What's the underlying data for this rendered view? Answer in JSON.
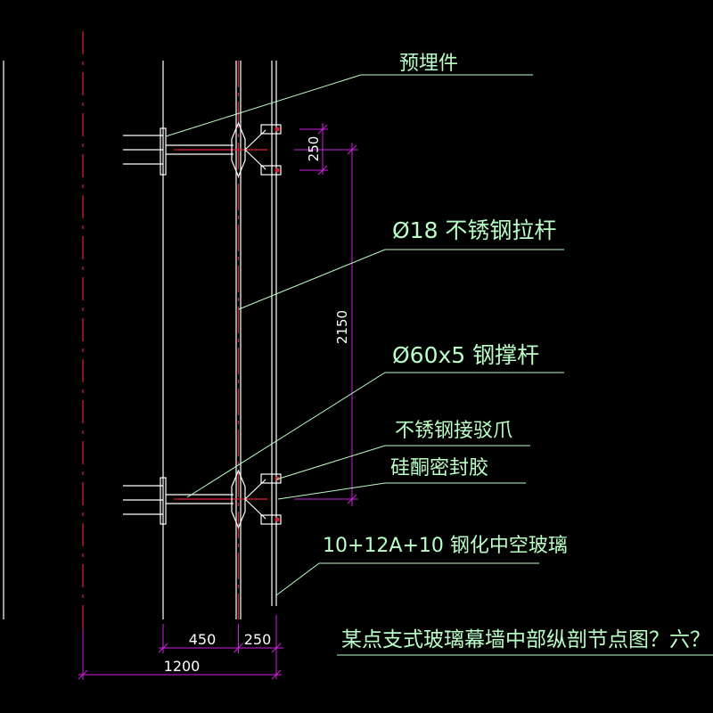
{
  "labels": {
    "embedded_part": "预埋件",
    "tie_rod": "Ø18 不锈钢拉杆",
    "strut": "Ø60x5 钢撑杆",
    "spider_claw": "不锈钢接驳爪",
    "sealant": "硅酮密封胶",
    "glass": "10+12A+10 钢化中空玻璃",
    "title": "某点支式玻璃幕墙中部纵剖节点图？六？"
  },
  "dimensions": {
    "d250_top": "250",
    "d2150": "2150",
    "d450": "450",
    "d250_bottom": "250",
    "d1200": "1200"
  },
  "colors": {
    "background": "#000000",
    "wall_line": "#ffffff",
    "centerline": "#e0203a",
    "dimension": "#d020e0",
    "leader": "#b9ffc6",
    "fitting": "#ffffff"
  }
}
